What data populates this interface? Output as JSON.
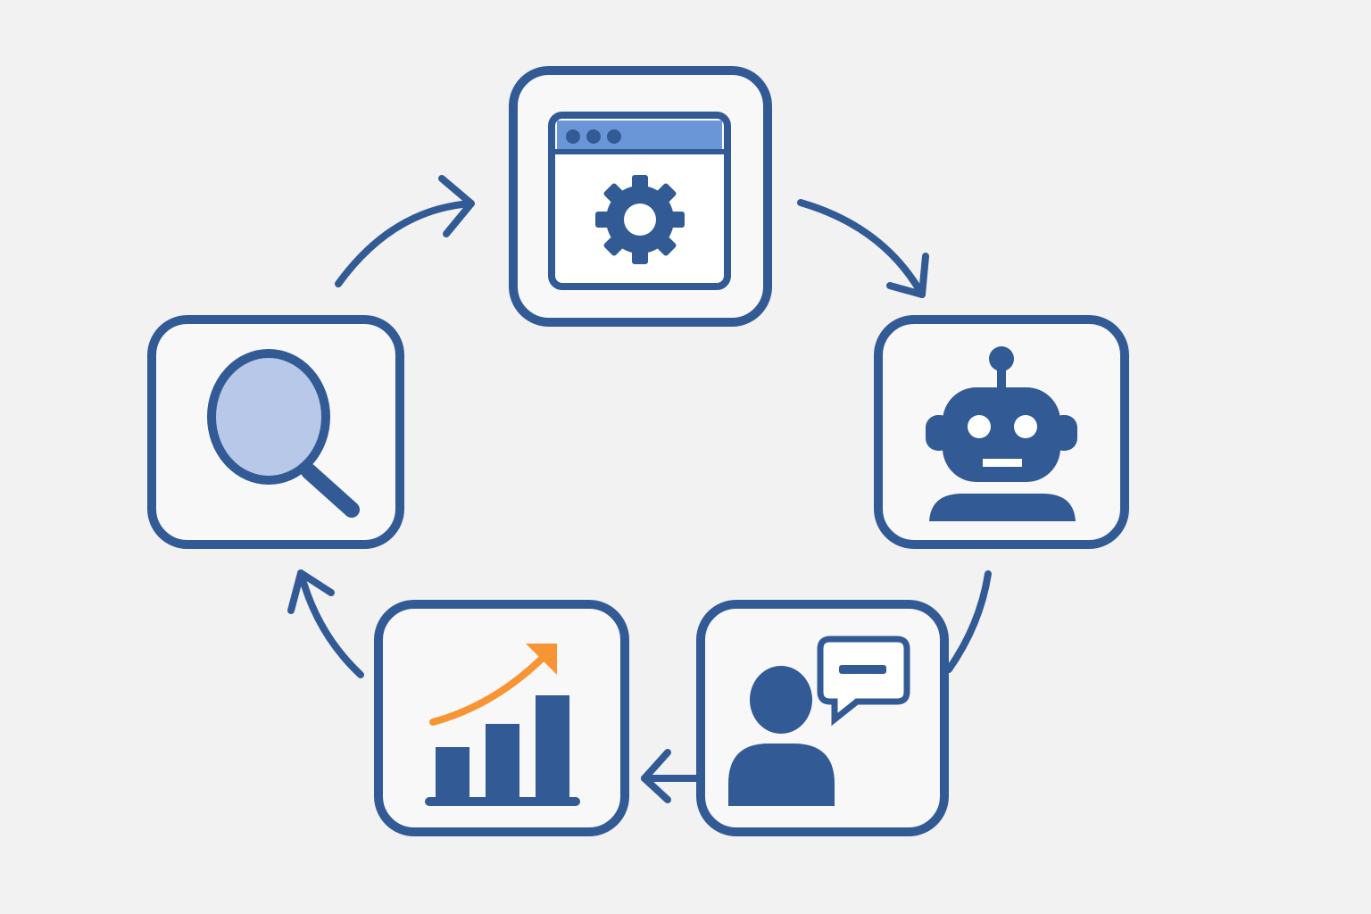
{
  "colors": {
    "background": "#f2f2f2",
    "primary": "#325a95",
    "card_fill": "#f8f8f8",
    "titlebar": "#6a96d7",
    "lens": "#b7c8e8",
    "accent": "#f79433",
    "white": "#ffffff"
  },
  "nodes": [
    {
      "id": "config",
      "icon": "browser-gear-icon"
    },
    {
      "id": "robot",
      "icon": "robot-icon"
    },
    {
      "id": "feedback",
      "icon": "person-speech-icon"
    },
    {
      "id": "growth",
      "icon": "bar-chart-growth-icon"
    },
    {
      "id": "search",
      "icon": "magnifier-icon"
    }
  ],
  "flow": [
    [
      "search",
      "config"
    ],
    [
      "config",
      "robot"
    ],
    [
      "robot",
      "feedback"
    ],
    [
      "feedback",
      "growth"
    ],
    [
      "growth",
      "search"
    ]
  ]
}
